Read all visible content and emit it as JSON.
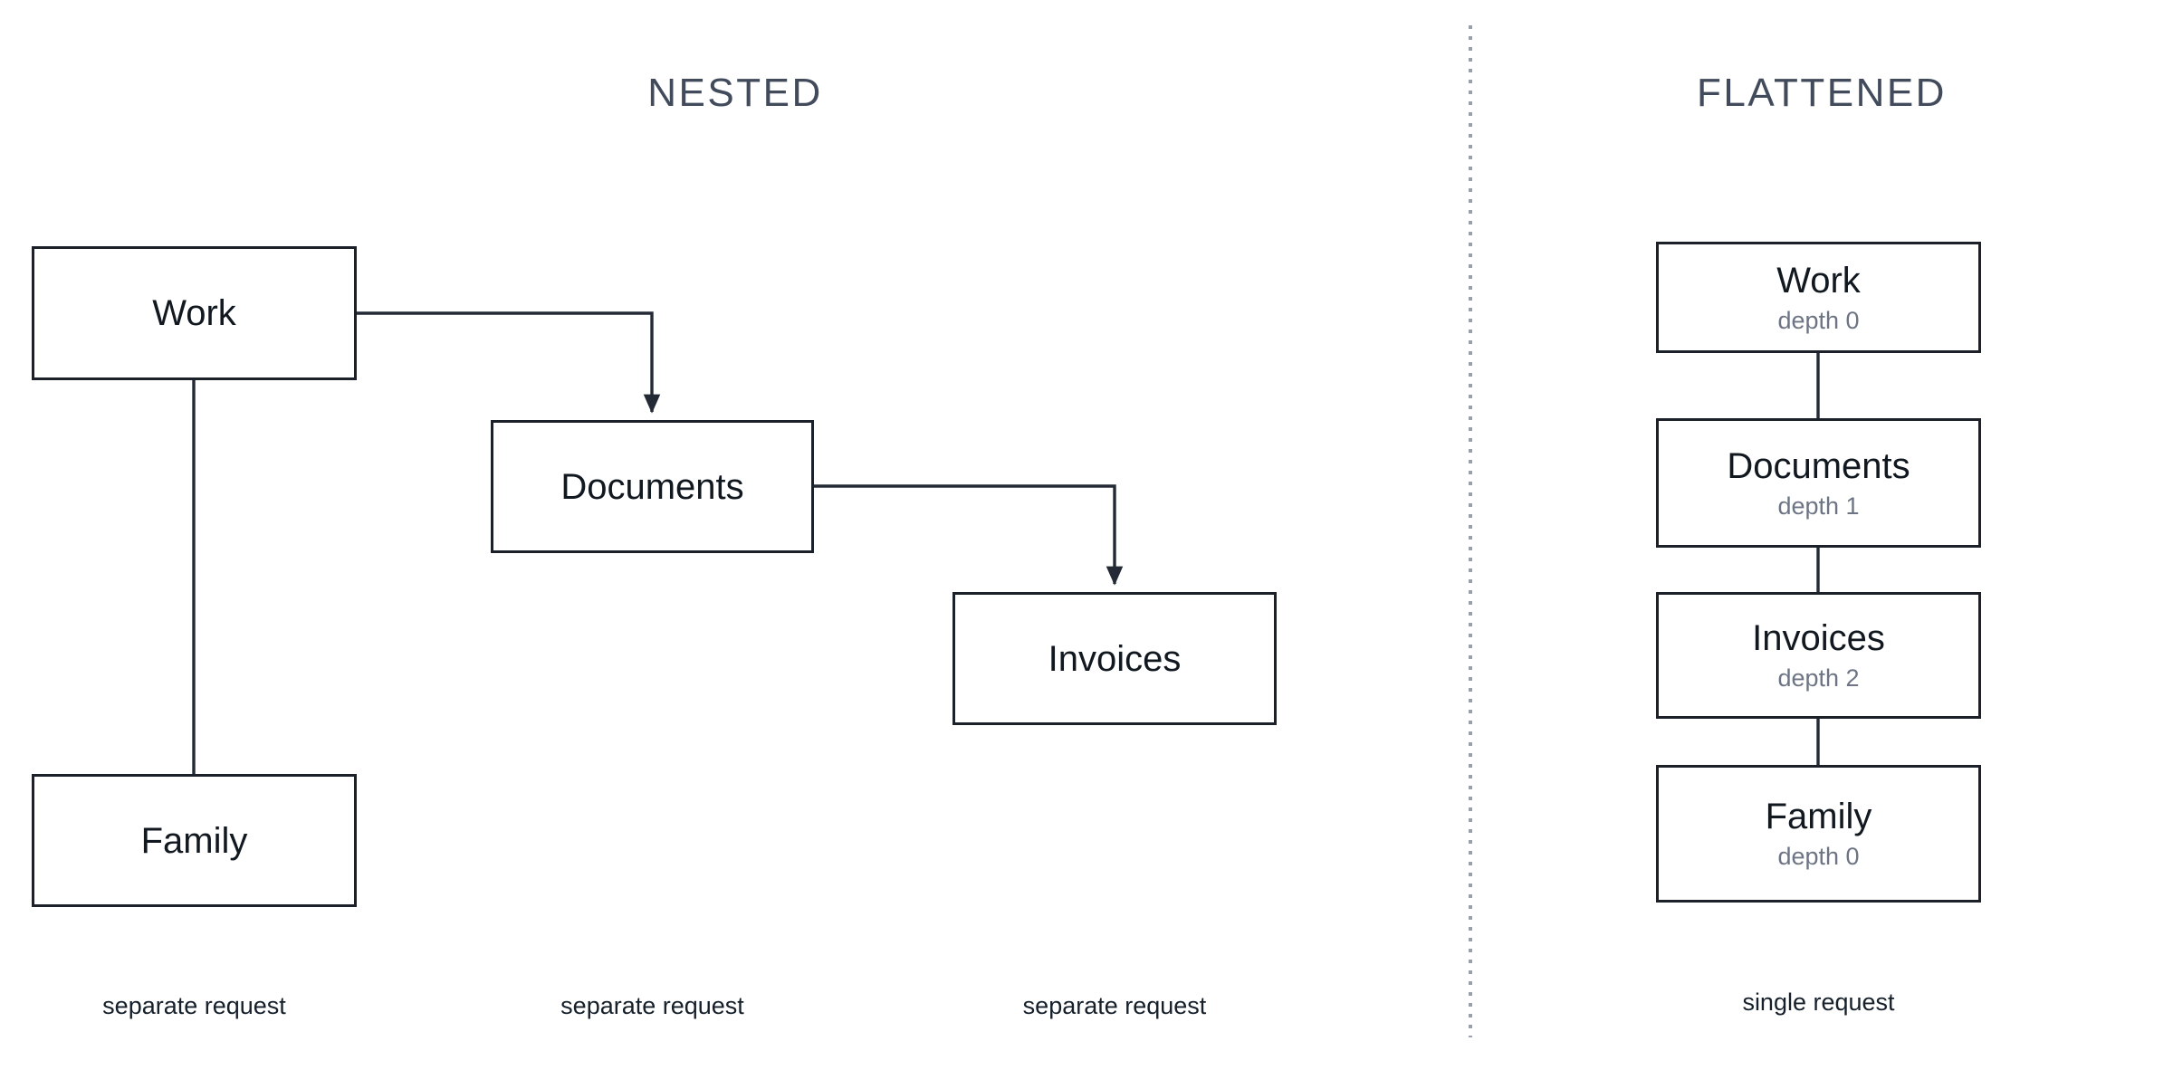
{
  "panels": {
    "nested": {
      "title": "NESTED",
      "nodes": [
        {
          "label": "Work"
        },
        {
          "label": "Documents"
        },
        {
          "label": "Invoices"
        },
        {
          "label": "Family"
        }
      ],
      "captions": [
        "separate request",
        "separate request",
        "separate request"
      ]
    },
    "flattened": {
      "title": "FLATTENED",
      "nodes": [
        {
          "label": "Work",
          "depth": "depth 0"
        },
        {
          "label": "Documents",
          "depth": "depth 1"
        },
        {
          "label": "Invoices",
          "depth": "depth 2"
        },
        {
          "label": "Family",
          "depth": "depth 0"
        }
      ],
      "caption": "single request"
    }
  },
  "colors": {
    "background": "#ffffff",
    "title": "#424b5c",
    "node_border": "#1b2029",
    "node_text": "#121820",
    "depth_text": "#6d7585",
    "connector": "#232a36",
    "divider": "#9aa0ad",
    "caption": "#16202b"
  }
}
